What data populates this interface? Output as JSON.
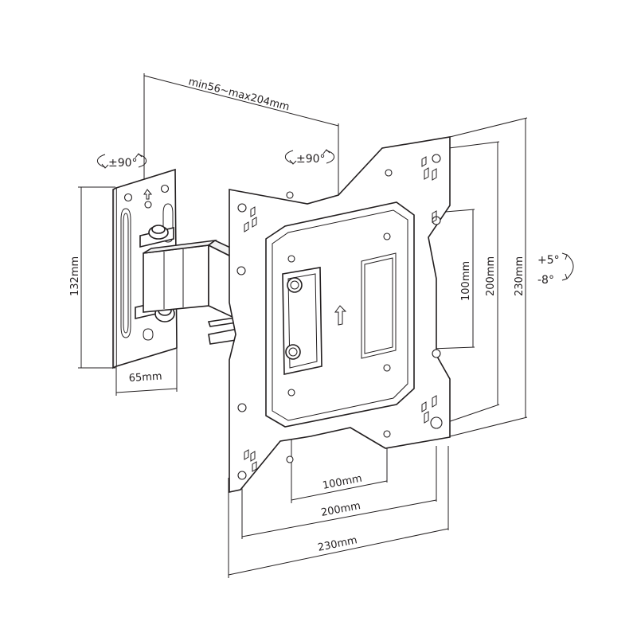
{
  "dimensions": {
    "arm_extension": "min56~max204mm",
    "wall_plate_height": "132mm",
    "wall_plate_width": "65mm",
    "vesa_small_width": "100mm",
    "vesa_medium_width": "200mm",
    "vesa_large_width": "230mm",
    "vesa_small_height": "100mm",
    "vesa_medium_height": "200mm",
    "vesa_large_height": "230mm"
  },
  "rotation": {
    "wall_swivel": "±90°",
    "arm_swivel": "±90°"
  },
  "tilt": {
    "up": "+5°",
    "down": "-8°"
  }
}
